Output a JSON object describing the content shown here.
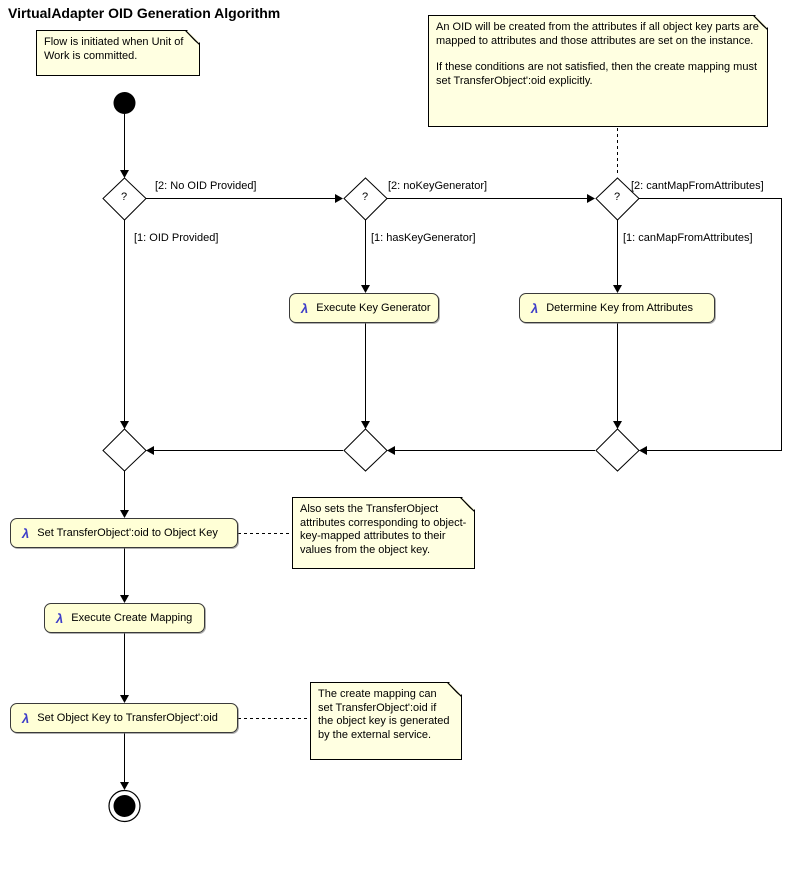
{
  "title": "VirtualAdapter OID Generation Algorithm",
  "question_mark": "?",
  "lambda": "λ",
  "notes": {
    "flow_init": "Flow is initiated when Unit of Work is committed.",
    "oid_p1": "An OID will be created from the attributes if all object key parts are mapped to attributes and those attributes are set on the instance.",
    "oid_p2": "If these conditions are not satisfied, then the create mapping must set TransferObject':oid explicitly.",
    "also_sets": "Also sets the TransferObject attributes corresponding to object-key-mapped attributes to their values from the object key.",
    "create_mapping": "The create mapping can set TransferObject':oid if the object key is generated by the external service."
  },
  "guards": {
    "no_oid_provided": "[2: No OID Provided]",
    "oid_provided": "[1: OID Provided]",
    "no_key_generator": "[2: noKeyGenerator]",
    "has_key_generator": "[1: hasKeyGenerator]",
    "cant_map_from_attributes": "[2: cantMapFromAttributes]",
    "can_map_from_attributes": "[1: canMapFromAttributes]"
  },
  "actions": {
    "execute_key_generator": "Execute Key Generator",
    "determine_key_from_attributes": "Determine Key from Attributes",
    "set_oid_to_object_key": "Set TransferObject':oid to Object Key",
    "execute_create_mapping": "Execute Create Mapping",
    "set_object_key_to_oid": "Set Object Key to TransferObject':oid"
  },
  "colors": {
    "note_fill": "#FFFFE1",
    "action_fill": "#FFFFD6",
    "lambda_blue": "#3B3BC8",
    "line": "#000000",
    "background": "#FFFFFF"
  }
}
